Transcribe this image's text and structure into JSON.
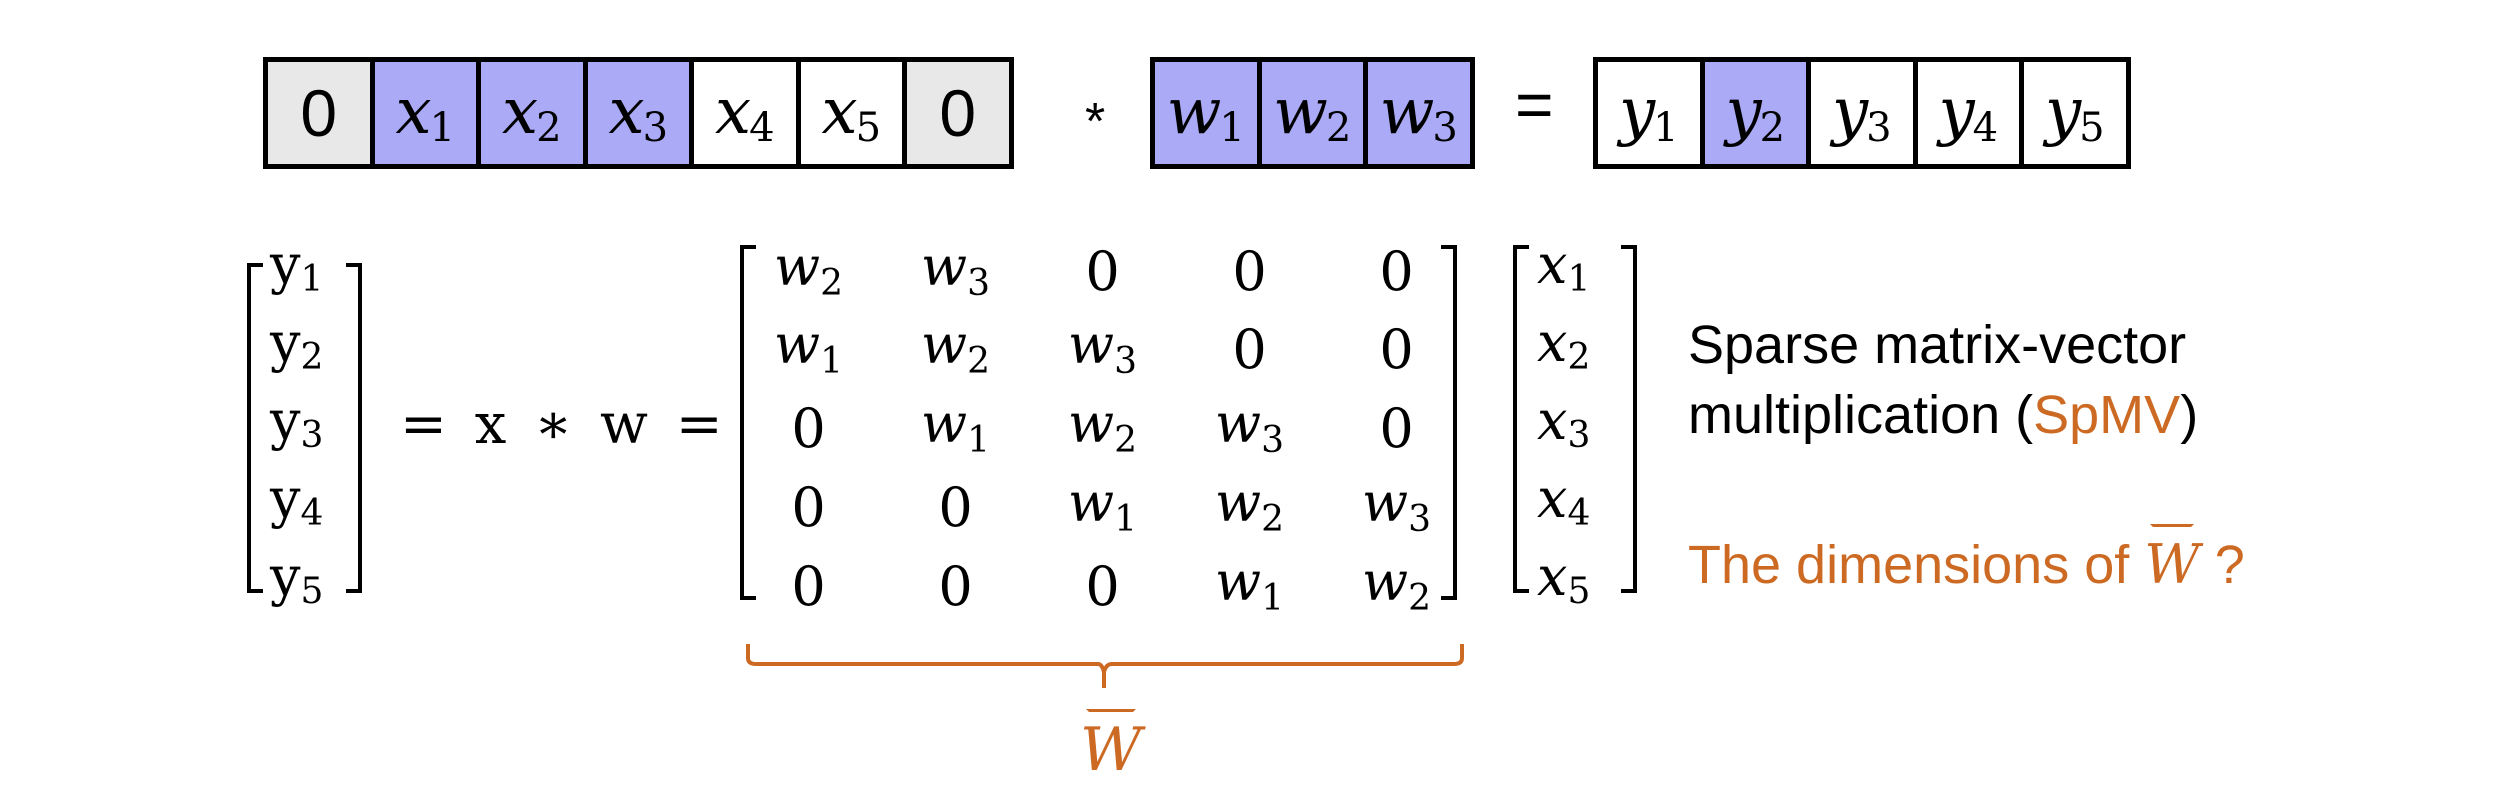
{
  "top_row": {
    "input_cells": [
      {
        "base": "0",
        "sub": "",
        "kind": "pad"
      },
      {
        "base": "x",
        "sub": "1",
        "kind": "hl"
      },
      {
        "base": "x",
        "sub": "2",
        "kind": "hl"
      },
      {
        "base": "x",
        "sub": "3",
        "kind": "hl"
      },
      {
        "base": "x",
        "sub": "4",
        "kind": "plain"
      },
      {
        "base": "x",
        "sub": "5",
        "kind": "plain"
      },
      {
        "base": "0",
        "sub": "",
        "kind": "pad"
      }
    ],
    "conv_op": "*",
    "kernel_cells": [
      {
        "base": "w",
        "sub": "1",
        "kind": "hl"
      },
      {
        "base": "w",
        "sub": "2",
        "kind": "hl"
      },
      {
        "base": "w",
        "sub": "3",
        "kind": "hl"
      }
    ],
    "equals_op": "=",
    "output_cells": [
      {
        "base": "y",
        "sub": "1",
        "kind": "plain"
      },
      {
        "base": "y",
        "sub": "2",
        "kind": "hl"
      },
      {
        "base": "y",
        "sub": "3",
        "kind": "plain"
      },
      {
        "base": "y",
        "sub": "4",
        "kind": "plain"
      },
      {
        "base": "y",
        "sub": "5",
        "kind": "plain"
      }
    ]
  },
  "equation": {
    "y_vector": [
      {
        "base": "y",
        "sub": "1"
      },
      {
        "base": "y",
        "sub": "2"
      },
      {
        "base": "y",
        "sub": "3"
      },
      {
        "base": "y",
        "sub": "4"
      },
      {
        "base": "y",
        "sub": "5"
      }
    ],
    "middle_text": "= x ∗ w =",
    "matrix": [
      [
        {
          "base": "w",
          "sub": "2"
        },
        {
          "base": "w",
          "sub": "3"
        },
        {
          "base": "0",
          "sub": ""
        },
        {
          "base": "0",
          "sub": ""
        },
        {
          "base": "0",
          "sub": ""
        }
      ],
      [
        {
          "base": "w",
          "sub": "1"
        },
        {
          "base": "w",
          "sub": "2"
        },
        {
          "base": "w",
          "sub": "3"
        },
        {
          "base": "0",
          "sub": ""
        },
        {
          "base": "0",
          "sub": ""
        }
      ],
      [
        {
          "base": "0",
          "sub": ""
        },
        {
          "base": "w",
          "sub": "1"
        },
        {
          "base": "w",
          "sub": "2"
        },
        {
          "base": "w",
          "sub": "3"
        },
        {
          "base": "0",
          "sub": ""
        }
      ],
      [
        {
          "base": "0",
          "sub": ""
        },
        {
          "base": "0",
          "sub": ""
        },
        {
          "base": "w",
          "sub": "1"
        },
        {
          "base": "w",
          "sub": "2"
        },
        {
          "base": "w",
          "sub": "3"
        }
      ],
      [
        {
          "base": "0",
          "sub": ""
        },
        {
          "base": "0",
          "sub": ""
        },
        {
          "base": "0",
          "sub": ""
        },
        {
          "base": "w",
          "sub": "1"
        },
        {
          "base": "w",
          "sub": "2"
        }
      ]
    ],
    "x_vector": [
      {
        "base": "x",
        "sub": "1"
      },
      {
        "base": "x",
        "sub": "2"
      },
      {
        "base": "x",
        "sub": "3"
      },
      {
        "base": "x",
        "sub": "4"
      },
      {
        "base": "x",
        "sub": "5"
      }
    ],
    "brace_label": "W"
  },
  "side_text": {
    "line1": "Sparse matrix-vector",
    "line2_prefix": "multiplication (",
    "line2_highlight": "SpMV",
    "line2_suffix": ")",
    "question_prefix": "The dimensions of ",
    "question_symbol": "W",
    "question_suffix": " ?"
  },
  "colors": {
    "highlight_cell": "#aaaaf6",
    "pad_cell": "#e8e8e8",
    "accent_orange": "#cc6a24"
  }
}
